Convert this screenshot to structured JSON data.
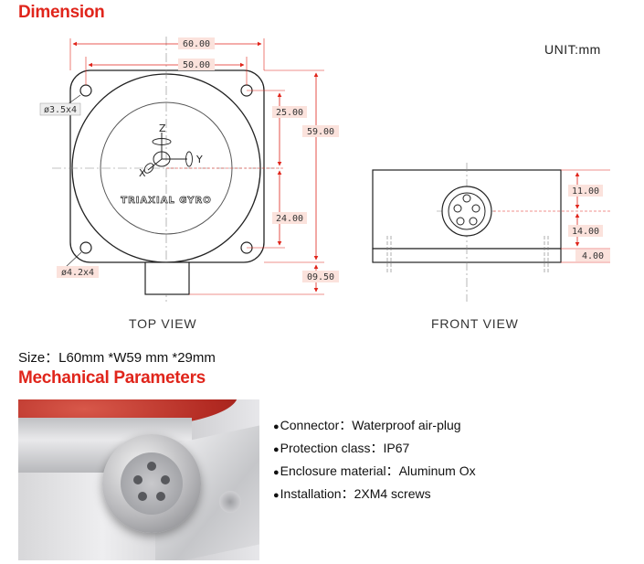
{
  "headings": {
    "dimension": "Dimension",
    "mechanical": "Mechanical Parameters"
  },
  "unit_label": "UNIT:mm",
  "top_view": {
    "caption": "TOP VIEW",
    "device_label": "TRIAXIAL GYRO",
    "axis_z": "Z",
    "axis_y": "Y",
    "axis_x": "X",
    "dims": {
      "width_outer": "60.00",
      "width_holes": "50.00",
      "hole_upper": "ø3.5x4",
      "hole_lower": "ø4.2x4",
      "height_upper": "25.00",
      "height_total": "59.00",
      "height_lower": "24.00",
      "connector": "09.50"
    }
  },
  "front_view": {
    "caption": "FRONT VIEW",
    "dims": {
      "top": "11.00",
      "mid": "14.00",
      "base": "4.00"
    }
  },
  "size_line": "Size：L60mm *W59 mm *29mm",
  "parameters": [
    {
      "label": "Connector",
      "value": "Waterproof air-plug"
    },
    {
      "label": "Protection class",
      "value": "IP67"
    },
    {
      "label": "Enclosure material",
      "value": "Aluminum Ox"
    },
    {
      "label": "Installation",
      "value": "2XM4 screws"
    }
  ],
  "colors": {
    "accent": "#e0251b",
    "dimension_line": "#e0251b",
    "drawing_line": "#222222",
    "label_box": "#fbe2dc"
  },
  "photo_alt_icon": "connector-photo"
}
